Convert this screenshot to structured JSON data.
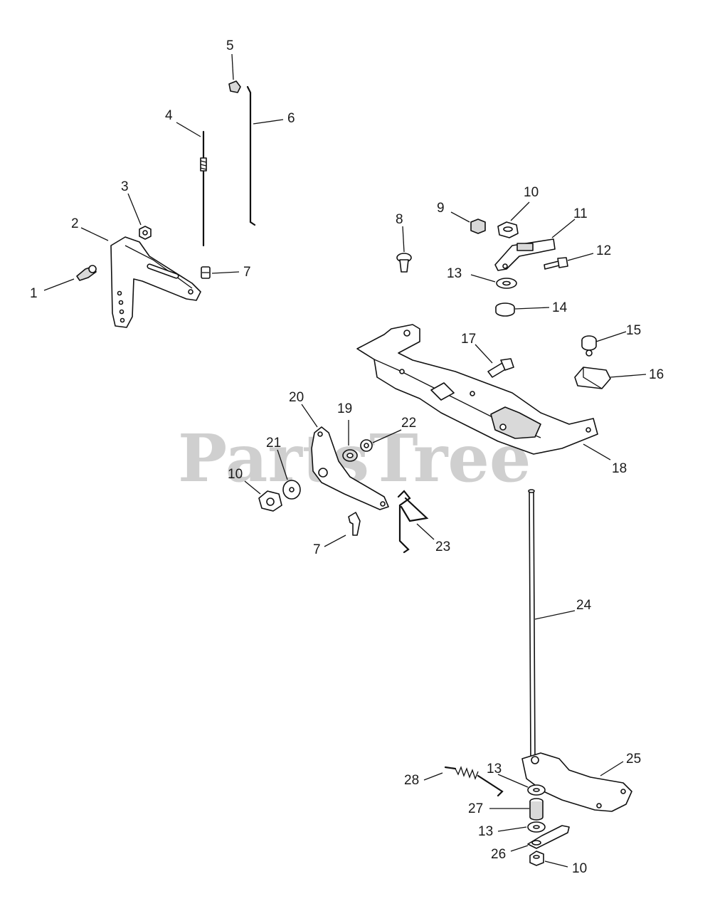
{
  "watermark": "PartsTree",
  "callouts": [
    {
      "id": "c1",
      "label": "1"
    },
    {
      "id": "c2",
      "label": "2"
    },
    {
      "id": "c3",
      "label": "3"
    },
    {
      "id": "c4",
      "label": "4"
    },
    {
      "id": "c5",
      "label": "5"
    },
    {
      "id": "c6",
      "label": "6"
    },
    {
      "id": "c7a",
      "label": "7"
    },
    {
      "id": "c7b",
      "label": "7"
    },
    {
      "id": "c8",
      "label": "8"
    },
    {
      "id": "c9",
      "label": "9"
    },
    {
      "id": "c10a",
      "label": "10"
    },
    {
      "id": "c10b",
      "label": "10"
    },
    {
      "id": "c10c",
      "label": "10"
    },
    {
      "id": "c11",
      "label": "11"
    },
    {
      "id": "c12",
      "label": "12"
    },
    {
      "id": "c13a",
      "label": "13"
    },
    {
      "id": "c13b",
      "label": "13"
    },
    {
      "id": "c13c",
      "label": "13"
    },
    {
      "id": "c14",
      "label": "14"
    },
    {
      "id": "c15",
      "label": "15"
    },
    {
      "id": "c16",
      "label": "16"
    },
    {
      "id": "c17",
      "label": "17"
    },
    {
      "id": "c18",
      "label": "18"
    },
    {
      "id": "c19",
      "label": "19"
    },
    {
      "id": "c20",
      "label": "20"
    },
    {
      "id": "c21",
      "label": "21"
    },
    {
      "id": "c22",
      "label": "22"
    },
    {
      "id": "c23",
      "label": "23"
    },
    {
      "id": "c24",
      "label": "24"
    },
    {
      "id": "c25",
      "label": "25"
    },
    {
      "id": "c26",
      "label": "26"
    },
    {
      "id": "c27",
      "label": "27"
    },
    {
      "id": "c28",
      "label": "28"
    }
  ]
}
